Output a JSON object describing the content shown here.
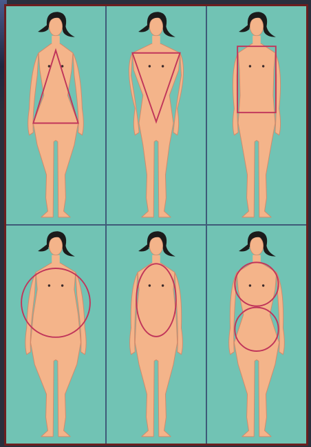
{
  "colors": {
    "background": "#71c3b4",
    "frame": "#6b1f1f",
    "divider": "#3e5a78",
    "skin": "#f4b48a",
    "skin_outline": "#d2896a",
    "hair": "#1b1b1b",
    "shape_outline": "#c0355a"
  },
  "panels": [
    {
      "shape": "triangle"
    },
    {
      "shape": "inverted-triangle"
    },
    {
      "shape": "rectangle"
    },
    {
      "shape": "circle"
    },
    {
      "shape": "oval"
    },
    {
      "shape": "figure-eight"
    }
  ]
}
